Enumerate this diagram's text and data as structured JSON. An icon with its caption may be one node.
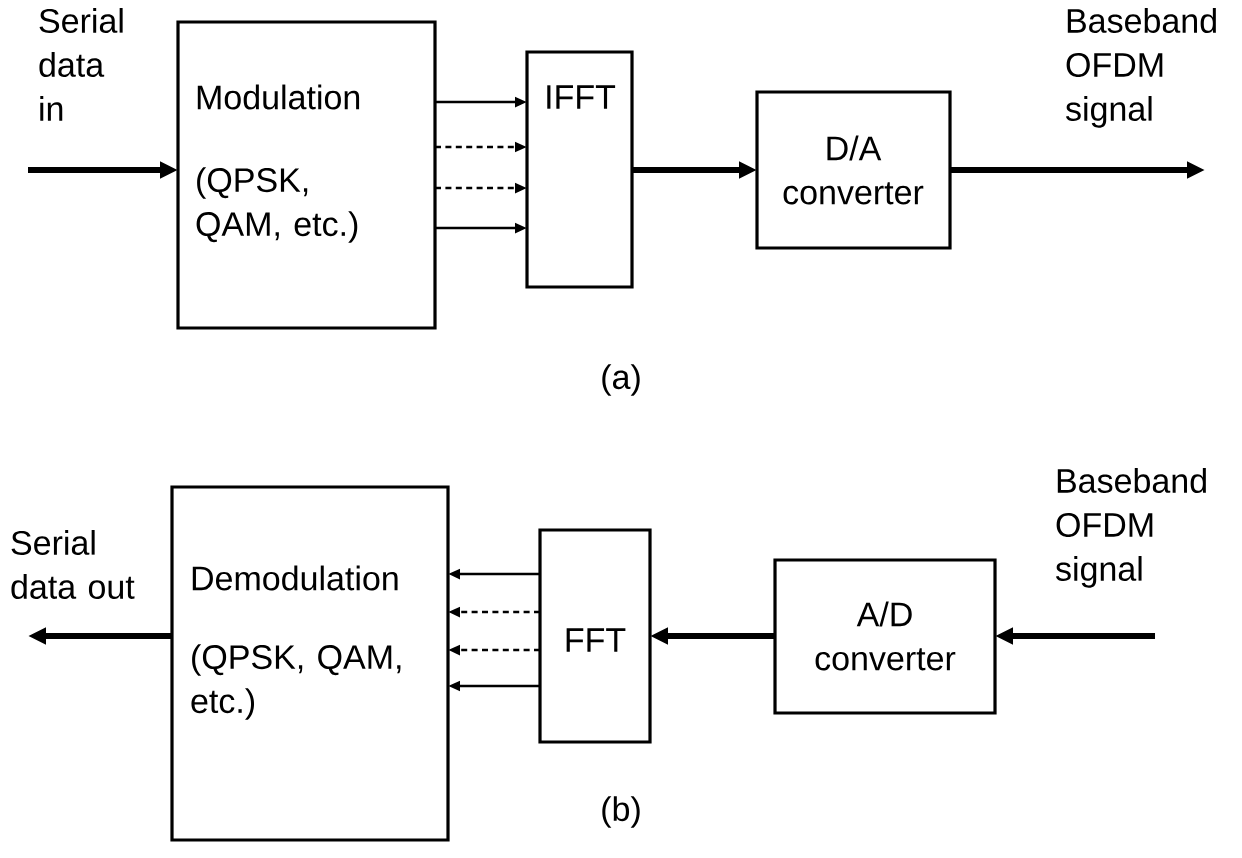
{
  "diagram": {
    "nodes": [
      {
        "text": [
          "Modulation",
          "(QPSK, QAM, etc.)"
        ]
      },
      {
        "text": [
          "IFFT"
        ]
      },
      {
        "text": [
          "D/A converter"
        ]
      },
      {
        "text": [
          "Demodulation",
          "(QPSK, QAM, etc.)"
        ]
      },
      {
        "text": [
          "FFT"
        ]
      },
      {
        "text": [
          "A/D converter"
        ]
      }
    ],
    "edges": [
      {
        "from": null,
        "to": 0,
        "arrow": "to",
        "style": "thick"
      },
      {
        "from": 0,
        "to": 1,
        "arrow": "to"
      },
      {
        "from": 0,
        "to": 1,
        "arrow": "to",
        "style": "dashed"
      },
      {
        "from": 0,
        "to": 1,
        "arrow": "to",
        "style": "dashed"
      },
      {
        "from": 0,
        "to": 1,
        "arrow": "to"
      },
      {
        "from": 1,
        "to": 2,
        "arrow": "to",
        "style": "thick"
      },
      {
        "from": 2,
        "to": null,
        "arrow": "to",
        "style": "thick"
      },
      {
        "from": null,
        "to": 5,
        "arrow": "to",
        "style": "thick"
      },
      {
        "from": 5,
        "to": 4,
        "arrow": "to",
        "style": "thick"
      },
      {
        "from": 4,
        "to": 3,
        "arrow": "to"
      },
      {
        "from": 4,
        "to": 3,
        "arrow": "to",
        "style": "dashed"
      },
      {
        "from": 4,
        "to": 3,
        "arrow": "to",
        "style": "dashed"
      },
      {
        "from": 4,
        "to": 3,
        "arrow": "to"
      },
      {
        "from": 3,
        "to": null,
        "arrow": "to",
        "style": "thick"
      }
    ],
    "labels": [
      "Serial data in",
      "Baseband OFDM signal",
      "(a)",
      "Serial data out",
      "Baseband OFDM signal",
      "(b)"
    ]
  }
}
